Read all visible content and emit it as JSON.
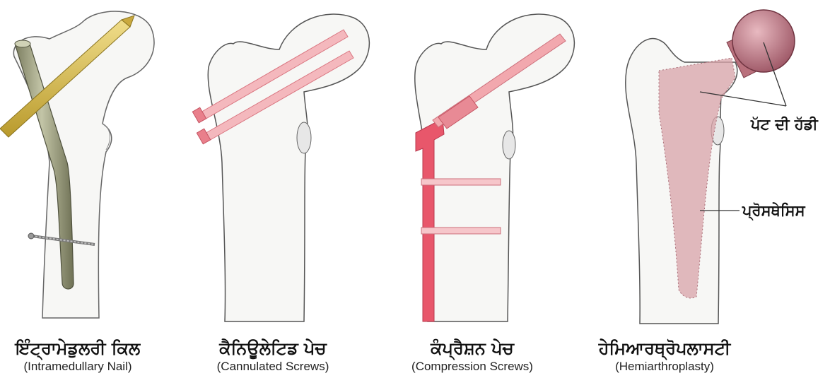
{
  "panels": [
    {
      "title_pa": "ਇੰਟ੍ਰਾਮੇਡੁਲਰੀ ਕਿਲ",
      "title_en": "(Intramedullary Nail)"
    },
    {
      "title_pa": "ਕੈਨਿਊਲੇਟਿਡ ਪੇਚ",
      "title_en": "(Cannulated Screws)"
    },
    {
      "title_pa": "ਕੰਪ੍ਰੈਸ਼ਨ ਪੇਚ",
      "title_en": "(Compression Screws)"
    },
    {
      "title_pa": "ਹੇਮਿਆਰਥ੍ਰੋਪਲਾਸਟੀ",
      "title_en": "(Hemiarthroplasty)"
    }
  ],
  "annotations": {
    "femur_label": "ਪੱਟ ਦੀ ਹੱਡੀ",
    "prosthesis_label": "ਪ੍ਰੋਸਥੇਸਿਸ"
  },
  "colors": {
    "bone_fill": "#f7f7f5",
    "bone_outline": "#555555",
    "nail": "#a7a98a",
    "nail_screw": "#d7bf5a",
    "implant_pink": "#f2a8ae",
    "plate_red": "#e8576b",
    "prosthesis": "#d8a3a8",
    "prosthesis_head": "#b9707c"
  },
  "icons": [
    "femur-bone",
    "intramedullary-nail",
    "cannulated-screw",
    "compression-plate",
    "prosthesis-stem",
    "prosthesis-head"
  ]
}
